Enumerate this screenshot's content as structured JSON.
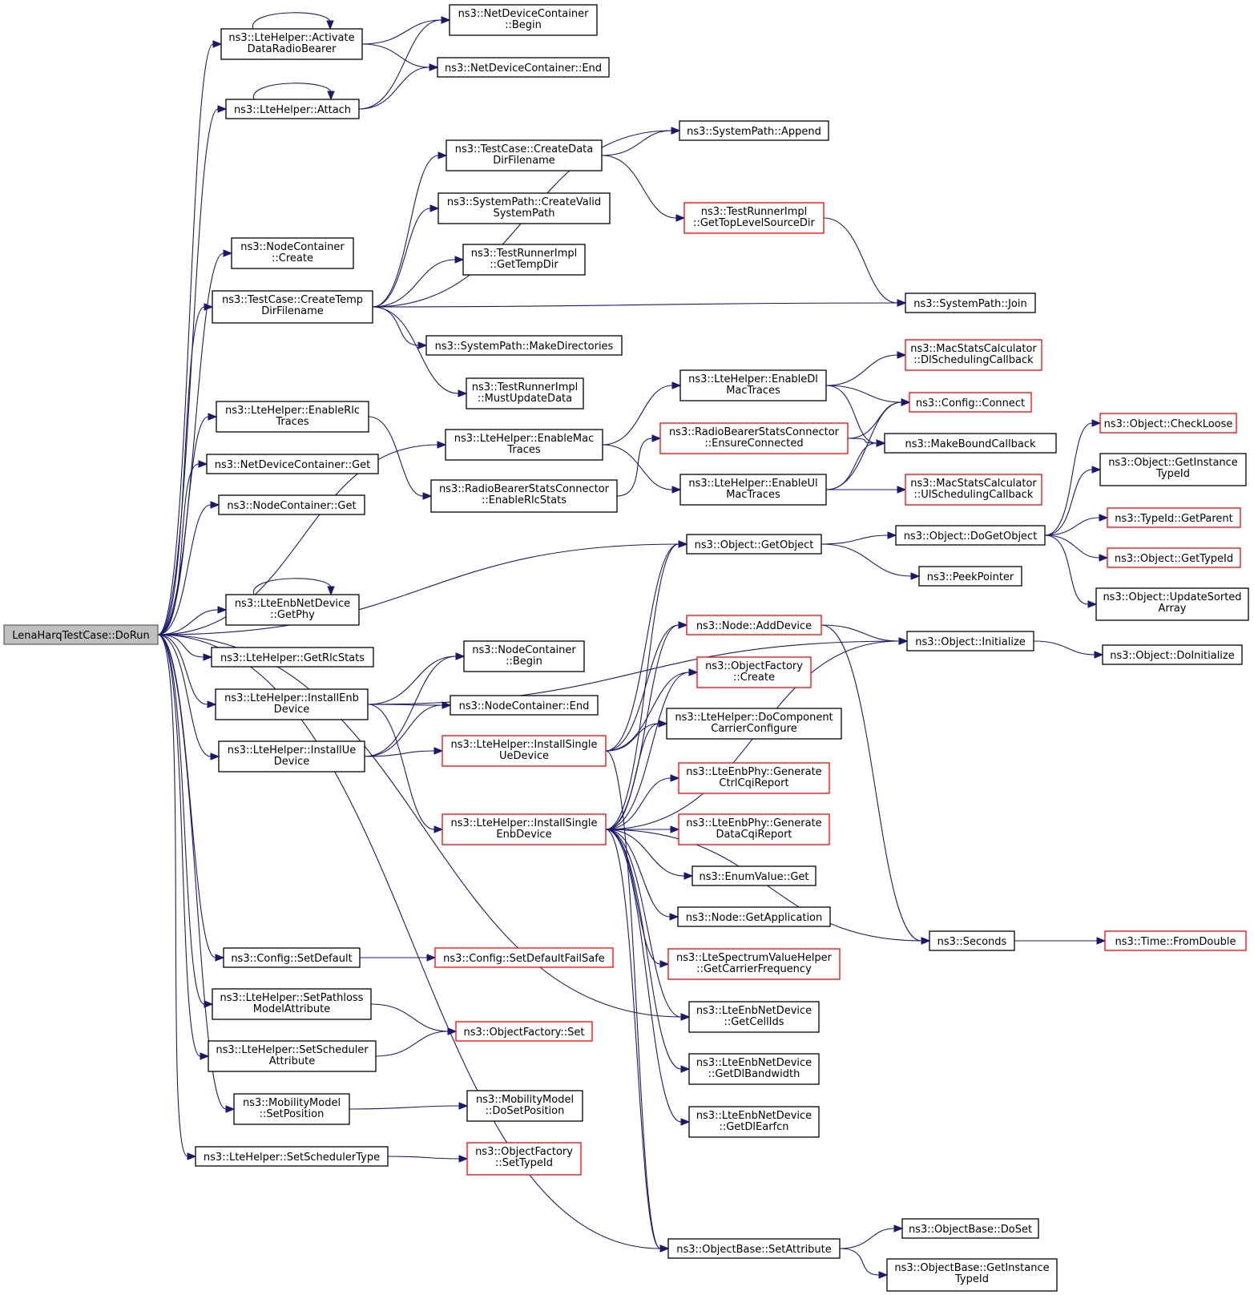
{
  "colors": {
    "edge": "#191970",
    "border_normal": "#000000",
    "border_truncated": "#ff0000",
    "root_fill": "#bfbfbf",
    "node_fill": "#ffffff"
  },
  "nodes": [
    {
      "id": "root",
      "lines": [
        "LenaHarqTestCase::DoRun"
      ],
      "kind": "root"
    },
    {
      "id": "activateDRB",
      "lines": [
        "ns3::LteHelper::Activate",
        "DataRadioBearer"
      ],
      "kind": "normal"
    },
    {
      "id": "attach",
      "lines": [
        "ns3::LteHelper::Attach"
      ],
      "kind": "normal"
    },
    {
      "id": "ncCreate",
      "lines": [
        "ns3::NodeContainer",
        "::Create"
      ],
      "kind": "normal"
    },
    {
      "id": "createTempDir",
      "lines": [
        "ns3::TestCase::CreateTemp",
        "DirFilename"
      ],
      "kind": "normal"
    },
    {
      "id": "enableRlc",
      "lines": [
        "ns3::LteHelper::EnableRlc",
        "Traces"
      ],
      "kind": "normal"
    },
    {
      "id": "ndcGet",
      "lines": [
        "ns3::NetDeviceContainer::Get"
      ],
      "kind": "normal"
    },
    {
      "id": "ncGet",
      "lines": [
        "ns3::NodeContainer::Get"
      ],
      "kind": "normal"
    },
    {
      "id": "getPhy",
      "lines": [
        "ns3::LteEnbNetDevice",
        "::GetPhy"
      ],
      "kind": "normal"
    },
    {
      "id": "getRlcStats",
      "lines": [
        "ns3::LteHelper::GetRlcStats"
      ],
      "kind": "normal"
    },
    {
      "id": "installEnb",
      "lines": [
        "ns3::LteHelper::InstallEnb",
        "Device"
      ],
      "kind": "normal"
    },
    {
      "id": "installUe",
      "lines": [
        "ns3::LteHelper::InstallUe",
        "Device"
      ],
      "kind": "normal"
    },
    {
      "id": "cfgSetDefault",
      "lines": [
        "ns3::Config::SetDefault"
      ],
      "kind": "normal"
    },
    {
      "id": "setPathloss",
      "lines": [
        "ns3::LteHelper::SetPathloss",
        "ModelAttribute"
      ],
      "kind": "normal"
    },
    {
      "id": "setSchedAttr",
      "lines": [
        "ns3::LteHelper::SetScheduler",
        "Attribute"
      ],
      "kind": "normal"
    },
    {
      "id": "mmSetPos",
      "lines": [
        "ns3::MobilityModel",
        "::SetPosition"
      ],
      "kind": "normal"
    },
    {
      "id": "setSchedType",
      "lines": [
        "ns3::LteHelper::SetSchedulerType"
      ],
      "kind": "normal"
    },
    {
      "id": "ndcBegin",
      "lines": [
        "ns3::NetDeviceContainer",
        "::Begin"
      ],
      "kind": "normal"
    },
    {
      "id": "ndcEnd",
      "lines": [
        "ns3::NetDeviceContainer::End"
      ],
      "kind": "normal"
    },
    {
      "id": "createDataDir",
      "lines": [
        "ns3::TestCase::CreateData",
        "DirFilename"
      ],
      "kind": "normal"
    },
    {
      "id": "createValid",
      "lines": [
        "ns3::SystemPath::CreateValid",
        "SystemPath"
      ],
      "kind": "normal"
    },
    {
      "id": "getTempDir",
      "lines": [
        "ns3::TestRunnerImpl",
        "::GetTempDir"
      ],
      "kind": "normal"
    },
    {
      "id": "makeDirs",
      "lines": [
        "ns3::SystemPath::MakeDirectories"
      ],
      "kind": "normal"
    },
    {
      "id": "mustUpdate",
      "lines": [
        "ns3::TestRunnerImpl",
        "::MustUpdateData"
      ],
      "kind": "normal"
    },
    {
      "id": "enableMac",
      "lines": [
        "ns3::LteHelper::EnableMac",
        "Traces"
      ],
      "kind": "normal"
    },
    {
      "id": "enableRlcStats",
      "lines": [
        "ns3::RadioBearerStatsConnector",
        "::EnableRlcStats"
      ],
      "kind": "normal"
    },
    {
      "id": "ncBegin",
      "lines": [
        "ns3::NodeContainer",
        "::Begin"
      ],
      "kind": "normal"
    },
    {
      "id": "ncEnd",
      "lines": [
        "ns3::NodeContainer::End"
      ],
      "kind": "normal"
    },
    {
      "id": "installSingleUe",
      "lines": [
        "ns3::LteHelper::InstallSingle",
        "UeDevice"
      ],
      "kind": "truncated"
    },
    {
      "id": "installSingleEnb",
      "lines": [
        "ns3::LteHelper::InstallSingle",
        "EnbDevice"
      ],
      "kind": "truncated"
    },
    {
      "id": "cfgSetDefaultFS",
      "lines": [
        "ns3::Config::SetDefaultFailSafe"
      ],
      "kind": "truncated"
    },
    {
      "id": "ofSet",
      "lines": [
        "ns3::ObjectFactory::Set"
      ],
      "kind": "truncated"
    },
    {
      "id": "mmDoSetPos",
      "lines": [
        "ns3::MobilityModel",
        "::DoSetPosition"
      ],
      "kind": "normal"
    },
    {
      "id": "ofSetTypeId",
      "lines": [
        "ns3::ObjectFactory",
        "::SetTypeId"
      ],
      "kind": "truncated"
    },
    {
      "id": "spAppend",
      "lines": [
        "ns3::SystemPath::Append"
      ],
      "kind": "normal"
    },
    {
      "id": "getTopLevel",
      "lines": [
        "ns3::TestRunnerImpl",
        "::GetTopLevelSourceDir"
      ],
      "kind": "truncated"
    },
    {
      "id": "enableDlMac",
      "lines": [
        "ns3::LteHelper::EnableDl",
        "MacTraces"
      ],
      "kind": "normal"
    },
    {
      "id": "ensureConnected",
      "lines": [
        "ns3::RadioBearerStatsConnector",
        "::EnsureConnected"
      ],
      "kind": "truncated"
    },
    {
      "id": "enableUlMac",
      "lines": [
        "ns3::LteHelper::EnableUl",
        "MacTraces"
      ],
      "kind": "normal"
    },
    {
      "id": "getObject",
      "lines": [
        "ns3::Object::GetObject"
      ],
      "kind": "normal"
    },
    {
      "id": "addDevice",
      "lines": [
        "ns3::Node::AddDevice"
      ],
      "kind": "truncated"
    },
    {
      "id": "ofCreate",
      "lines": [
        "ns3::ObjectFactory",
        "::Create"
      ],
      "kind": "truncated"
    },
    {
      "id": "doCC",
      "lines": [
        "ns3::LteHelper::DoComponent",
        "CarrierConfigure"
      ],
      "kind": "normal"
    },
    {
      "id": "genCtrl",
      "lines": [
        "ns3::LteEnbPhy::Generate",
        "CtrlCqiReport"
      ],
      "kind": "truncated"
    },
    {
      "id": "genData",
      "lines": [
        "ns3::LteEnbPhy::Generate",
        "DataCqiReport"
      ],
      "kind": "truncated"
    },
    {
      "id": "enumGet",
      "lines": [
        "ns3::EnumValue::Get"
      ],
      "kind": "normal"
    },
    {
      "id": "getApp",
      "lines": [
        "ns3::Node::GetApplication"
      ],
      "kind": "normal"
    },
    {
      "id": "getCarrier",
      "lines": [
        "ns3::LteSpectrumValueHelper",
        "::GetCarrierFrequency"
      ],
      "kind": "truncated"
    },
    {
      "id": "getCellIds",
      "lines": [
        "ns3::LteEnbNetDevice",
        "::GetCellIds"
      ],
      "kind": "normal"
    },
    {
      "id": "getDlBw",
      "lines": [
        "ns3::LteEnbNetDevice",
        "::GetDlBandwidth"
      ],
      "kind": "normal"
    },
    {
      "id": "getDlEarfcn",
      "lines": [
        "ns3::LteEnbNetDevice",
        "::GetDlEarfcn"
      ],
      "kind": "normal"
    },
    {
      "id": "obSetAttr",
      "lines": [
        "ns3::ObjectBase::SetAttribute"
      ],
      "kind": "normal"
    },
    {
      "id": "dlSchedCb",
      "lines": [
        "ns3::MacStatsCalculator",
        "::DlSchedulingCallback"
      ],
      "kind": "truncated"
    },
    {
      "id": "cfgConnect",
      "lines": [
        "ns3::Config::Connect"
      ],
      "kind": "truncated"
    },
    {
      "id": "makeBound",
      "lines": [
        "ns3::MakeBoundCallback"
      ],
      "kind": "normal"
    },
    {
      "id": "ulSchedCb",
      "lines": [
        "ns3::MacStatsCalculator",
        "::UlSchedulingCallback"
      ],
      "kind": "truncated"
    },
    {
      "id": "spJoin",
      "lines": [
        "ns3::SystemPath::Join"
      ],
      "kind": "normal"
    },
    {
      "id": "doGetObject",
      "lines": [
        "ns3::Object::DoGetObject"
      ],
      "kind": "normal"
    },
    {
      "id": "peekPointer",
      "lines": [
        "ns3::PeekPointer"
      ],
      "kind": "normal"
    },
    {
      "id": "objInit",
      "lines": [
        "ns3::Object::Initialize"
      ],
      "kind": "normal"
    },
    {
      "id": "seconds",
      "lines": [
        "ns3::Seconds"
      ],
      "kind": "normal"
    },
    {
      "id": "obDoSet",
      "lines": [
        "ns3::ObjectBase::DoSet"
      ],
      "kind": "normal"
    },
    {
      "id": "obGetInstTid",
      "lines": [
        "ns3::ObjectBase::GetInstance",
        "TypeId"
      ],
      "kind": "normal"
    },
    {
      "id": "checkLoose",
      "lines": [
        "ns3::Object::CheckLoose"
      ],
      "kind": "truncated"
    },
    {
      "id": "objGetInstTid",
      "lines": [
        "ns3::Object::GetInstance",
        "TypeId"
      ],
      "kind": "normal"
    },
    {
      "id": "tidGetParent",
      "lines": [
        "ns3::TypeId::GetParent"
      ],
      "kind": "truncated"
    },
    {
      "id": "objGetTypeId",
      "lines": [
        "ns3::Object::GetTypeId"
      ],
      "kind": "truncated"
    },
    {
      "id": "updateSorted",
      "lines": [
        "ns3::Object::UpdateSorted",
        "Array"
      ],
      "kind": "normal"
    },
    {
      "id": "doInitialize",
      "lines": [
        "ns3::Object::DoInitialize"
      ],
      "kind": "normal"
    },
    {
      "id": "fromDouble",
      "lines": [
        "ns3::Time::FromDouble"
      ],
      "kind": "truncated"
    }
  ],
  "edges": [
    [
      "root",
      "activateDRB"
    ],
    [
      "root",
      "attach"
    ],
    [
      "root",
      "ncCreate"
    ],
    [
      "root",
      "createTempDir"
    ],
    [
      "root",
      "enableMac"
    ],
    [
      "root",
      "enableRlc"
    ],
    [
      "root",
      "ndcGet"
    ],
    [
      "root",
      "ncGet"
    ],
    [
      "root",
      "getObject"
    ],
    [
      "root",
      "getPhy"
    ],
    [
      "root",
      "getRlcStats"
    ],
    [
      "root",
      "installEnb"
    ],
    [
      "root",
      "installUe"
    ],
    [
      "root",
      "obSetAttr"
    ],
    [
      "root",
      "getCellIds"
    ],
    [
      "root",
      "cfgSetDefault"
    ],
    [
      "root",
      "setPathloss"
    ],
    [
      "root",
      "setSchedAttr"
    ],
    [
      "root",
      "mmSetPos"
    ],
    [
      "root",
      "setSchedType"
    ],
    [
      "activateDRB",
      "activateDRB"
    ],
    [
      "activateDRB",
      "ndcBegin"
    ],
    [
      "activateDRB",
      "ndcEnd"
    ],
    [
      "attach",
      "attach"
    ],
    [
      "attach",
      "ndcBegin"
    ],
    [
      "attach",
      "ndcEnd"
    ],
    [
      "createTempDir",
      "spAppend"
    ],
    [
      "createTempDir",
      "createDataDir"
    ],
    [
      "createTempDir",
      "createValid"
    ],
    [
      "createTempDir",
      "getTempDir"
    ],
    [
      "createTempDir",
      "spJoin"
    ],
    [
      "createTempDir",
      "makeDirs"
    ],
    [
      "createTempDir",
      "mustUpdate"
    ],
    [
      "createDataDir",
      "spAppend"
    ],
    [
      "createDataDir",
      "getTopLevel"
    ],
    [
      "getTopLevel",
      "spJoin"
    ],
    [
      "enableRlc",
      "enableRlcStats"
    ],
    [
      "enableRlcStats",
      "ensureConnected"
    ],
    [
      "enableMac",
      "enableDlMac"
    ],
    [
      "enableMac",
      "enableUlMac"
    ],
    [
      "enableDlMac",
      "dlSchedCb"
    ],
    [
      "enableDlMac",
      "cfgConnect"
    ],
    [
      "enableDlMac",
      "makeBound"
    ],
    [
      "ensureConnected",
      "cfgConnect"
    ],
    [
      "ensureConnected",
      "makeBound"
    ],
    [
      "enableUlMac",
      "cfgConnect"
    ],
    [
      "enableUlMac",
      "makeBound"
    ],
    [
      "enableUlMac",
      "ulSchedCb"
    ],
    [
      "getPhy",
      "getPhy"
    ],
    [
      "installEnb",
      "objInit"
    ],
    [
      "installEnb",
      "ncBegin"
    ],
    [
      "installEnb",
      "ncEnd"
    ],
    [
      "installEnb",
      "installSingleEnb"
    ],
    [
      "installUe",
      "ncBegin"
    ],
    [
      "installUe",
      "ncEnd"
    ],
    [
      "installUe",
      "installSingleUe"
    ],
    [
      "installSingleUe",
      "getObject"
    ],
    [
      "installSingleUe",
      "addDevice"
    ],
    [
      "installSingleUe",
      "ofCreate"
    ],
    [
      "installSingleUe",
      "doCC"
    ],
    [
      "installSingleUe",
      "obSetAttr"
    ],
    [
      "installSingleEnb",
      "getObject"
    ],
    [
      "installSingleEnb",
      "addDevice"
    ],
    [
      "installSingleEnb",
      "ofCreate"
    ],
    [
      "installSingleEnb",
      "doCC"
    ],
    [
      "installSingleEnb",
      "genCtrl"
    ],
    [
      "installSingleEnb",
      "genData"
    ],
    [
      "installSingleEnb",
      "enumGet"
    ],
    [
      "installSingleEnb",
      "getApp"
    ],
    [
      "installSingleEnb",
      "getCarrier"
    ],
    [
      "installSingleEnb",
      "getCellIds"
    ],
    [
      "installSingleEnb",
      "getDlBw"
    ],
    [
      "installSingleEnb",
      "getDlEarfcn"
    ],
    [
      "installSingleEnb",
      "objInit"
    ],
    [
      "installSingleEnb",
      "seconds"
    ],
    [
      "installSingleEnb",
      "obSetAttr"
    ],
    [
      "cfgSetDefault",
      "cfgSetDefaultFS"
    ],
    [
      "setPathloss",
      "ofSet"
    ],
    [
      "setSchedAttr",
      "ofSet"
    ],
    [
      "mmSetPos",
      "mmDoSetPos"
    ],
    [
      "setSchedType",
      "ofSetTypeId"
    ],
    [
      "getObject",
      "doGetObject"
    ],
    [
      "getObject",
      "peekPointer"
    ],
    [
      "addDevice",
      "objInit"
    ],
    [
      "addDevice",
      "seconds"
    ],
    [
      "doGetObject",
      "checkLoose"
    ],
    [
      "doGetObject",
      "objGetInstTid"
    ],
    [
      "doGetObject",
      "tidGetParent"
    ],
    [
      "doGetObject",
      "objGetTypeId"
    ],
    [
      "doGetObject",
      "updateSorted"
    ],
    [
      "objInit",
      "doInitialize"
    ],
    [
      "seconds",
      "fromDouble"
    ],
    [
      "obSetAttr",
      "obDoSet"
    ],
    [
      "obSetAttr",
      "obGetInstTid"
    ]
  ]
}
